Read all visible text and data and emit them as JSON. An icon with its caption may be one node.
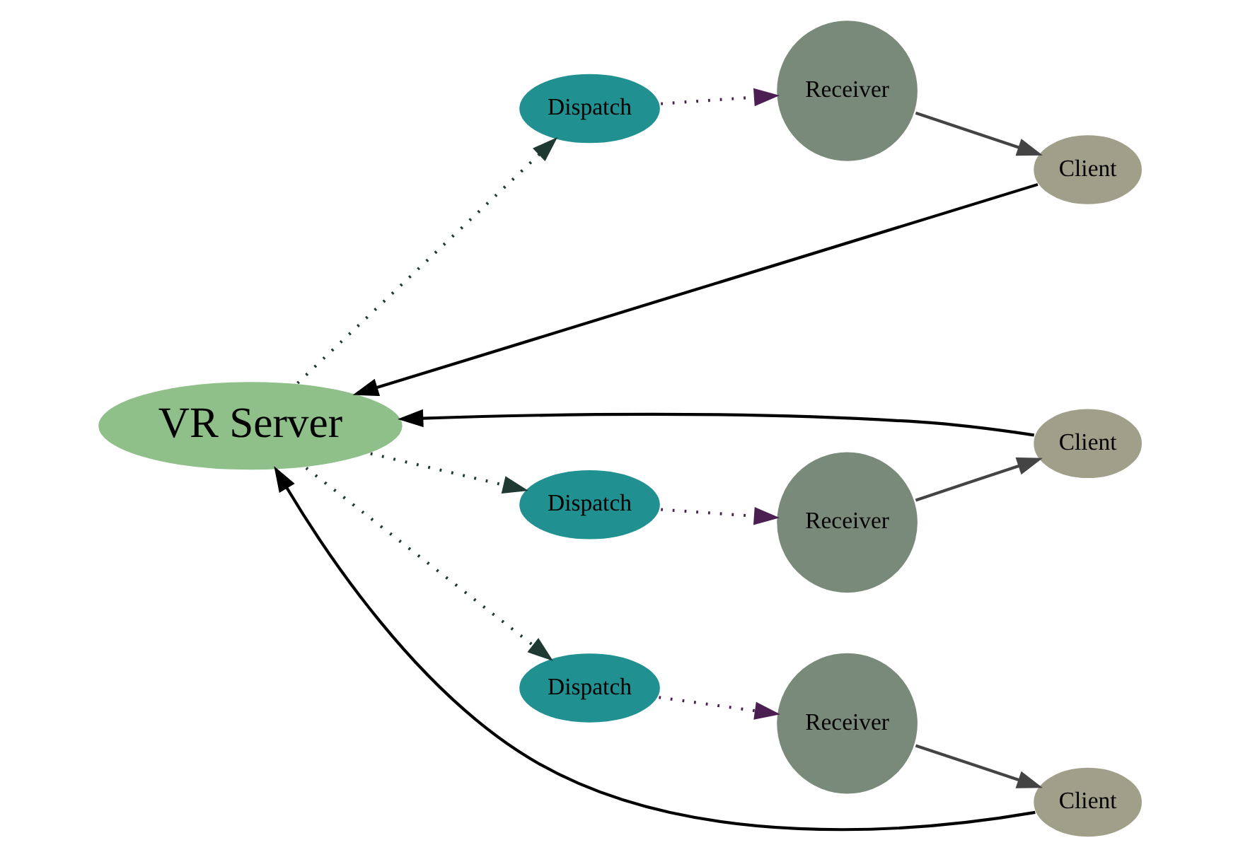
{
  "diagram": {
    "nodes": [
      {
        "text": [
          "VR Server"
        ]
      },
      {
        "text": [
          "Dispatch"
        ]
      },
      {
        "text": [
          "Receiver"
        ]
      },
      {
        "text": [
          "Client"
        ]
      },
      {
        "text": [
          "Dispatch"
        ]
      },
      {
        "text": [
          "Client"
        ]
      },
      {
        "text": [
          "Dispatch"
        ]
      },
      {
        "text": [
          "Client"
        ]
      },
      {
        "text": [
          "Receiver"
        ]
      },
      {
        "text": [
          "Receiver"
        ]
      }
    ],
    "edges": [
      {
        "from": 0,
        "to": 1,
        "arrow": "to",
        "style": "dashed",
        "color": "#1e3a32"
      },
      {
        "from": 1,
        "to": 2,
        "arrow": "to",
        "style": "dashed",
        "color": "#4b1f52"
      },
      {
        "from": 2,
        "to": 3,
        "arrow": "to",
        "color": "#444444"
      },
      {
        "from": 3,
        "to": 0,
        "arrow": "to",
        "color": "#000000"
      },
      {
        "from": 0,
        "to": 4,
        "arrow": "to",
        "style": "dashed",
        "color": "#1e3a32"
      },
      {
        "from": 4,
        "to": 9,
        "arrow": "to",
        "style": "dashed",
        "color": "#4b1f52"
      },
      {
        "from": 9,
        "to": 5,
        "arrow": "to",
        "color": "#444444"
      },
      {
        "from": 5,
        "to": 0,
        "arrow": "to",
        "color": "#000000"
      },
      {
        "from": 0,
        "to": 6,
        "arrow": "to",
        "style": "dashed",
        "color": "#1e3a32"
      },
      {
        "from": 6,
        "to": 8,
        "arrow": "to",
        "style": "dashed",
        "color": "#4b1f52"
      },
      {
        "from": 8,
        "to": 7,
        "arrow": "to",
        "color": "#444444"
      },
      {
        "from": 7,
        "to": 0,
        "arrow": "to",
        "color": "#000000"
      }
    ]
  }
}
